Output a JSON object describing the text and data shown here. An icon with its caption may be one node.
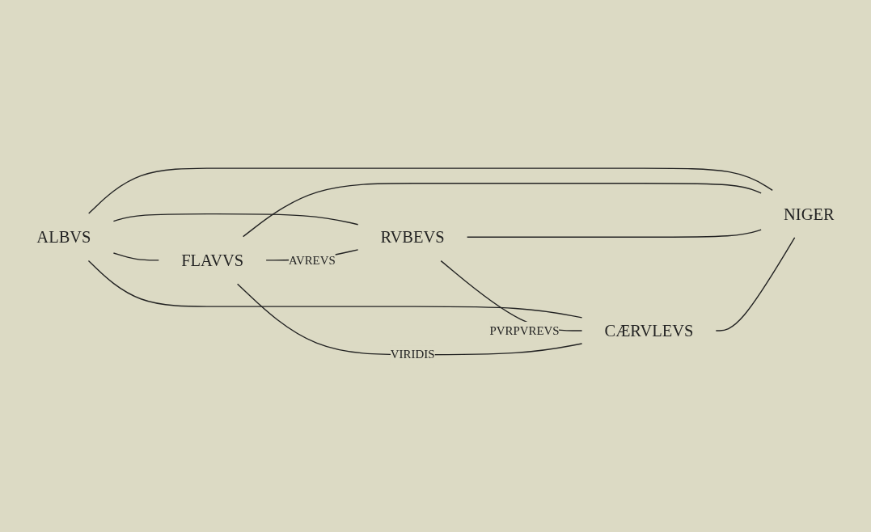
{
  "diagram": {
    "nodes": [
      {
        "text": [
          "ALBVS"
        ]
      },
      {
        "text": [
          "FLAVVS"
        ]
      },
      {
        "text": [
          "RVBEVS"
        ]
      },
      {
        "text": [
          "CÆRVLEVS"
        ]
      },
      {
        "text": [
          "NIGER"
        ]
      }
    ],
    "edges": [
      {
        "from": 0,
        "to": 4,
        "arrow": "none"
      },
      {
        "from": 0,
        "to": 3,
        "arrow": "none"
      },
      {
        "from": 0,
        "to": 2,
        "arrow": "none"
      },
      {
        "from": 0,
        "to": 1,
        "arrow": "none"
      },
      {
        "from": 1,
        "to": 4,
        "arrow": "none"
      },
      {
        "from": 2,
        "to": 4,
        "arrow": "none"
      },
      {
        "from": 3,
        "to": 4,
        "arrow": "none"
      },
      {
        "from": 1,
        "to": 2,
        "arrow": "none",
        "label": "AVREVS"
      },
      {
        "from": 2,
        "to": 3,
        "arrow": "none",
        "label": "PVRPVREVS"
      },
      {
        "from": 1,
        "to": 3,
        "arrow": "none",
        "label": "VIRIDIS"
      }
    ]
  }
}
